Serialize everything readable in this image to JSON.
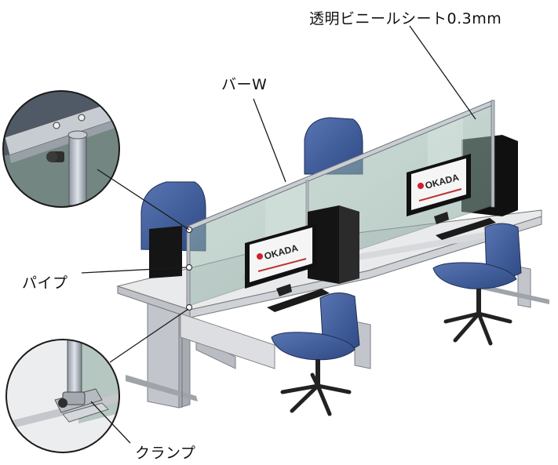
{
  "labels": {
    "sheet": "透明ビニールシート0.3mm",
    "bar": "バーW",
    "pipe": "パイプ",
    "clamp": "クランプ"
  },
  "monitor_brand": "OKADA",
  "colors": {
    "panel": "#8fb0a6",
    "chair": "#3d5a9a",
    "frame": "#c9ccd2",
    "pc": "#111111",
    "desk_top": "#f2f2f2"
  }
}
